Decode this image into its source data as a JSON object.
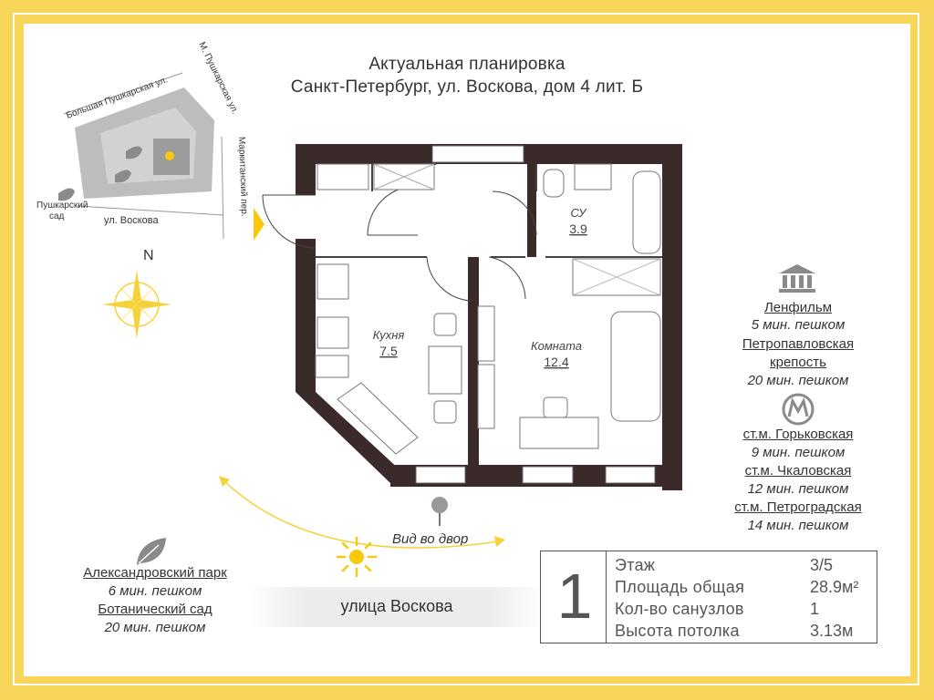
{
  "header": {
    "title_line1": "Актуальная планировка",
    "title_line2": "Санкт-Петербург, ул. Воскова, дом 4 лит. Б"
  },
  "map": {
    "street_top": "Большая Пушкарская ул.",
    "street_right1": "М. Пушкарская ул.",
    "street_right2": "Маркитанский пер.",
    "street_bottom": "ул. Воскова",
    "park_line1": "Пушкарский",
    "park_line2": "сад",
    "north": "N"
  },
  "rooms": {
    "bath_name": "СУ",
    "bath_area": "3.9",
    "kitchen_name": "Кухня",
    "kitchen_area": "7.5",
    "room_name": "Комната",
    "room_area": "12.4"
  },
  "view_label": "Вид во двор",
  "street_label": "улица Воскова",
  "poi_left": [
    {
      "name": "Александровский парк",
      "time": "6 мин. пешком"
    },
    {
      "name": "Ботанический сад",
      "time": "20 мин. пешком"
    }
  ],
  "poi_right_sights": [
    {
      "name": "Ленфильм",
      "time": "5 мин. пешком"
    },
    {
      "name_line1": "Петропавловская",
      "name_line2": "крепость",
      "time": "20 мин. пешком"
    }
  ],
  "poi_right_metro": [
    {
      "name": "ст.м. Горьковская",
      "time": "9 мин. пешком"
    },
    {
      "name": "ст.м. Чкаловская",
      "time": "12 мин. пешком"
    },
    {
      "name": "ст.м. Петроградская",
      "time": "14 мин. пешком"
    }
  ],
  "apartment": {
    "rooms_count": "1",
    "rows": [
      {
        "label": "Этаж",
        "value": "3/5"
      },
      {
        "label": "Площадь общая",
        "value": "28.9м²"
      },
      {
        "label": "Кол-во санузлов",
        "value": "1"
      },
      {
        "label": "Высота потолка",
        "value": "3.13м"
      }
    ]
  },
  "colors": {
    "frame": "#f8d65a",
    "wall": "#3a2a2a",
    "sun": "#f6d23a",
    "text": "#333333"
  }
}
